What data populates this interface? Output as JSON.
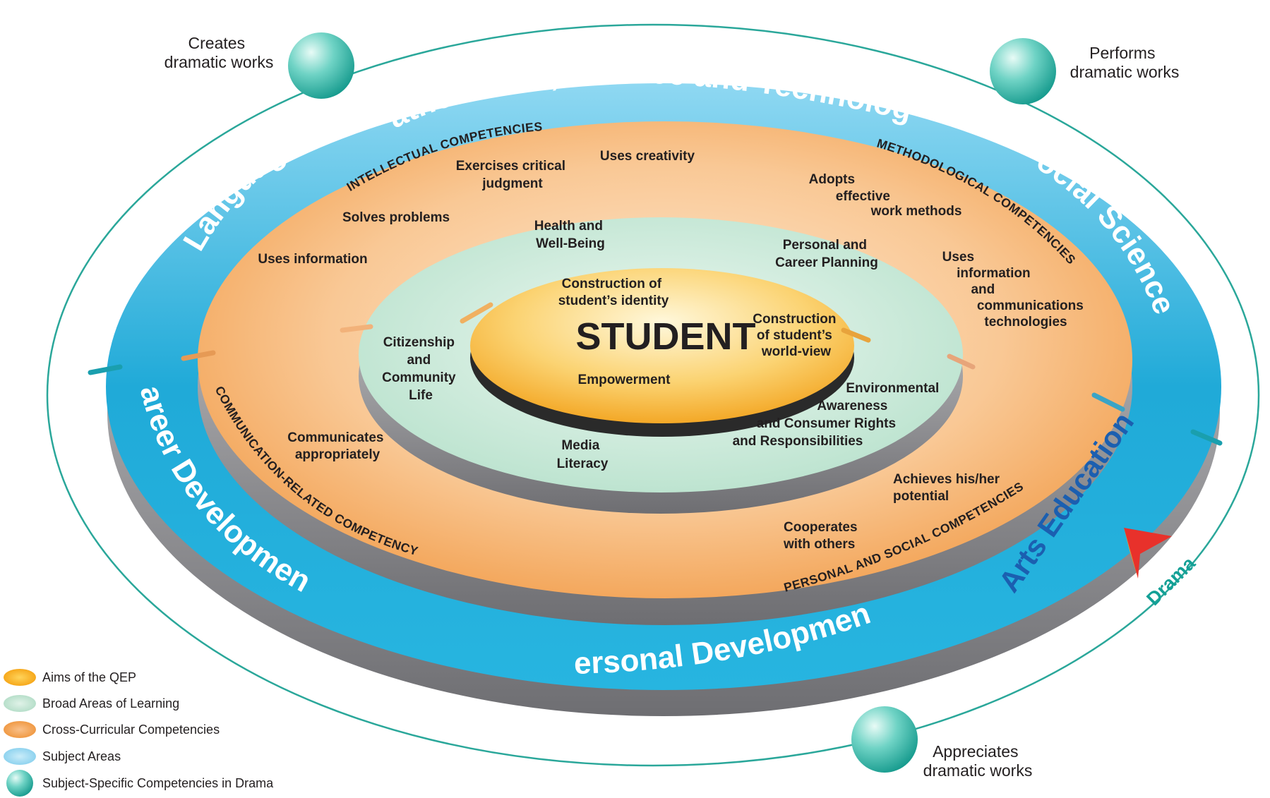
{
  "center": {
    "title": "STUDENT"
  },
  "aims": {
    "identity": [
      "Construction of",
      "student’s identity"
    ],
    "world_view": [
      "Construction",
      "of student’s",
      "world-view"
    ],
    "empowerment": "Empowerment"
  },
  "broad_areas": {
    "health": [
      "Health and",
      "Well-Being"
    ],
    "career_planning": [
      "Personal and",
      "Career Planning"
    ],
    "citizenship": [
      "Citizenship",
      "and",
      "Community",
      "Life"
    ],
    "environment": [
      "Environmental",
      "Awareness",
      "and Consumer Rights",
      "and Responsibilities"
    ],
    "media": [
      "Media",
      "Literacy"
    ]
  },
  "competencies": {
    "intellectual_heading": "INTELLECTUAL COMPETENCIES",
    "methodological_heading": "METHODOLOGICAL COMPETENCIES",
    "communication_heading": "COMMUNICATION-RELATED COMPETENCY",
    "personal_social_heading": "PERSONAL AND SOCIAL COMPETENCIES",
    "uses_information": "Uses information",
    "solves_problems": "Solves problems",
    "critical_judgment": [
      "Exercises critical",
      "judgment"
    ],
    "creativity": "Uses creativity",
    "work_methods": [
      "Adopts",
      "effective",
      "work methods"
    ],
    "ict": [
      "Uses",
      "information",
      "and",
      "communications",
      "technologies"
    ],
    "communicates": [
      "Communicates",
      "appropriately"
    ],
    "potential": [
      "Achieves his/her",
      "potential"
    ],
    "cooperates": [
      "Cooperates",
      "with others"
    ]
  },
  "subject_areas": {
    "math_science": "Mathematics, Science and Technology",
    "languages": "Languages",
    "social_sciences": "Social Sciences",
    "career_development": "Career Development",
    "arts_education": "Arts Education",
    "personal_development": "Personal Development",
    "drama": "Drama"
  },
  "drama_competencies": {
    "creates": [
      "Creates",
      "dramatic works"
    ],
    "performs": [
      "Performs",
      "dramatic works"
    ],
    "appreciates": [
      "Appreciates",
      "dramatic works"
    ]
  },
  "legend": [
    {
      "label": "Aims of the QEP",
      "color": "#f6b12c"
    },
    {
      "label": "Broad Areas of Learning",
      "color": "#c3e3d3"
    },
    {
      "label": "Cross-Curricular Competencies",
      "color": "#f3a458"
    },
    {
      "label": "Subject Areas",
      "color": "#8fd3ef"
    },
    {
      "label": "Subject-Specific Competencies in Drama",
      "color": "#3fbfb2"
    }
  ],
  "colors": {
    "subject_ring": "#1fa9d6",
    "subject_text": "#ffffff",
    "arts_text": "#1b5fb0",
    "drama_text": "#13a096",
    "sphere": "#2fb8ab",
    "orbit": "#2aa79a"
  }
}
